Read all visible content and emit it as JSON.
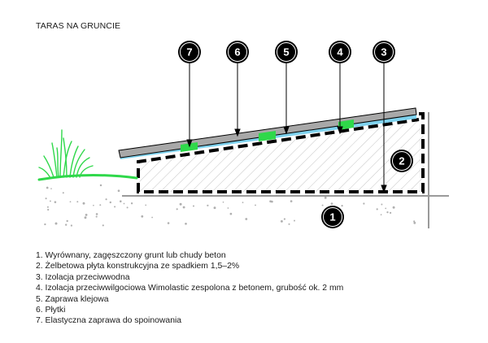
{
  "title": "TARAS NA GRUNCIE",
  "callouts": [
    "7",
    "6",
    "5",
    "4",
    "3",
    "2",
    "1"
  ],
  "legend": [
    "1. Wyrównany, zagęszczony grunt lub chudy beton",
    "2. Żelbetowa płyta konstrukcyjna ze spadkiem 1,5–2%",
    "3. Izolacja przeciwwodna",
    "4. Izolacja przeciwwilgociowa Wimolastic zespolona z betonem, grubość ok. 2 mm",
    "5. Zaprawa klejowa",
    "6. Płytki",
    "7. Elastyczna zaprawa do spoinowania"
  ],
  "colors": {
    "tile": "#a8a8a8",
    "adhesive": "#7fd2ee",
    "grout": "#2fd84a",
    "grass": "#2fd84a",
    "outline": "#000000",
    "ground_line": "#9a9a9a",
    "soil_dots": "#b0b0b0"
  }
}
